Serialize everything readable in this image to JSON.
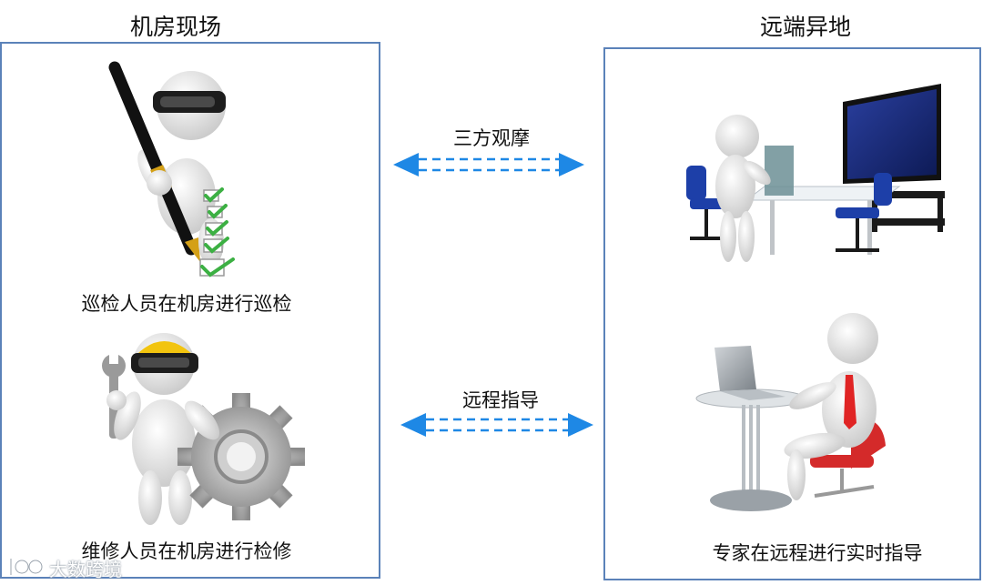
{
  "left": {
    "title": "机房现场",
    "caption_top": "巡检人员在机房进行巡检",
    "caption_bottom": "维修人员在机房进行检修"
  },
  "right": {
    "title": "远端异地",
    "caption_bottom": "专家在远程进行实时指导"
  },
  "arrows": {
    "top_label": "三方观摩",
    "bottom_label": "远程指导",
    "color": "#1e88e5"
  },
  "watermark": {
    "text": "大数跨境"
  },
  "colors": {
    "panel_border": "#5b82b9",
    "check_green": "#3cb043",
    "tie_red": "#e02424",
    "chair_blue": "#1d3fa8",
    "chair_red": "#d42a2a"
  }
}
